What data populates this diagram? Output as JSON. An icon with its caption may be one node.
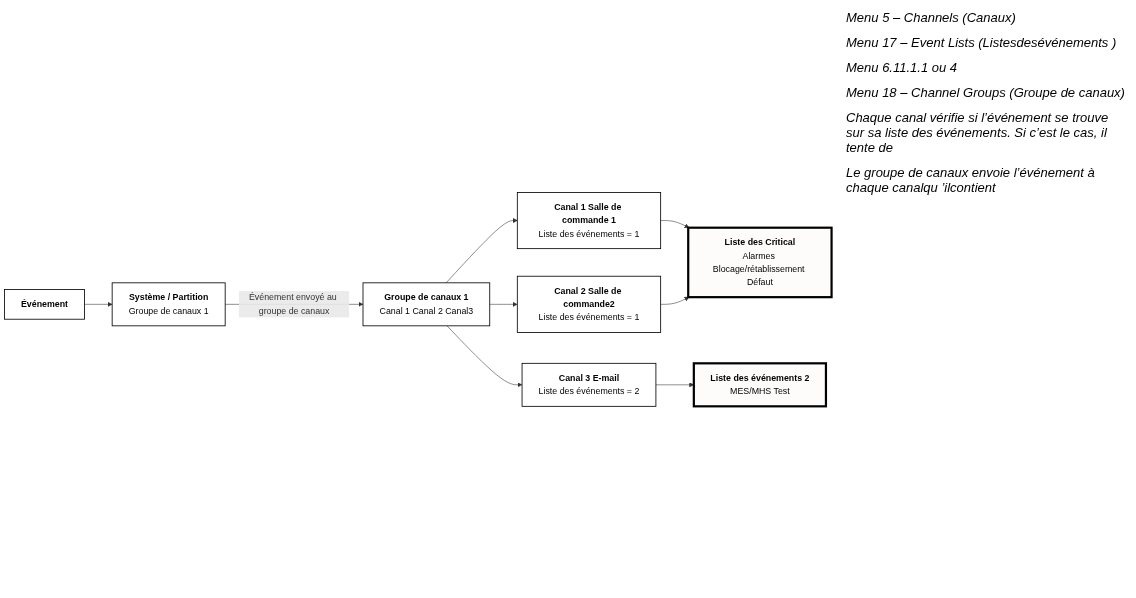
{
  "diagram": {
    "nodes": [
      {
        "text": [
          "Événement"
        ]
      },
      {
        "text": [
          "Système / Partition",
          "Groupe de canaux 1"
        ]
      },
      {
        "text": [
          "Groupe de canaux 1",
          "Canal 1 Canal 2 Canal3"
        ]
      },
      {
        "text": [
          "Canal 1 Salle de commande 1",
          "Liste des événements = 1"
        ]
      },
      {
        "text": [
          "Canal 2 Salle de commande2",
          "Liste des événements = 1"
        ]
      },
      {
        "text": [
          "Canal 3 E-mail",
          "Liste des événements = 2"
        ]
      },
      {
        "text": [
          "Liste des Critical",
          "Alarmes Blocage/rétablissement Défaut"
        ]
      },
      {
        "text": [
          "Liste des événements 2",
          "MES/MHS Test"
        ]
      }
    ],
    "edges": [
      {
        "from": 0,
        "to": 1,
        "arrow": "to"
      },
      {
        "from": 1,
        "to": 2,
        "arrow": "to",
        "label": "Événement envoyé au groupe de canaux"
      },
      {
        "from": 2,
        "to": 3,
        "arrow": "to"
      },
      {
        "from": 2,
        "to": 4,
        "arrow": "to"
      },
      {
        "from": 2,
        "to": 5,
        "arrow": "to"
      },
      {
        "from": 3,
        "to": 6,
        "arrow": "to"
      },
      {
        "from": 4,
        "to": 6,
        "arrow": "to"
      },
      {
        "from": 5,
        "to": 7,
        "arrow": "to"
      }
    ],
    "labels": [
      "Menu 5 – Channels (Canaux)",
      "Menu 17 – Event Lists (Listesdesévénements )",
      "Menu 6.11.1.1 ou 4",
      "Menu 18 – Channel Groups (Groupe de canaux)",
      "Chaque canal vérifie si l’événement se trouve sur sa liste des événements. Si c’est le cas, il tente de",
      "Le groupe de canaux envoie l’événement à chaque canalqu ’ilcontient"
    ]
  }
}
